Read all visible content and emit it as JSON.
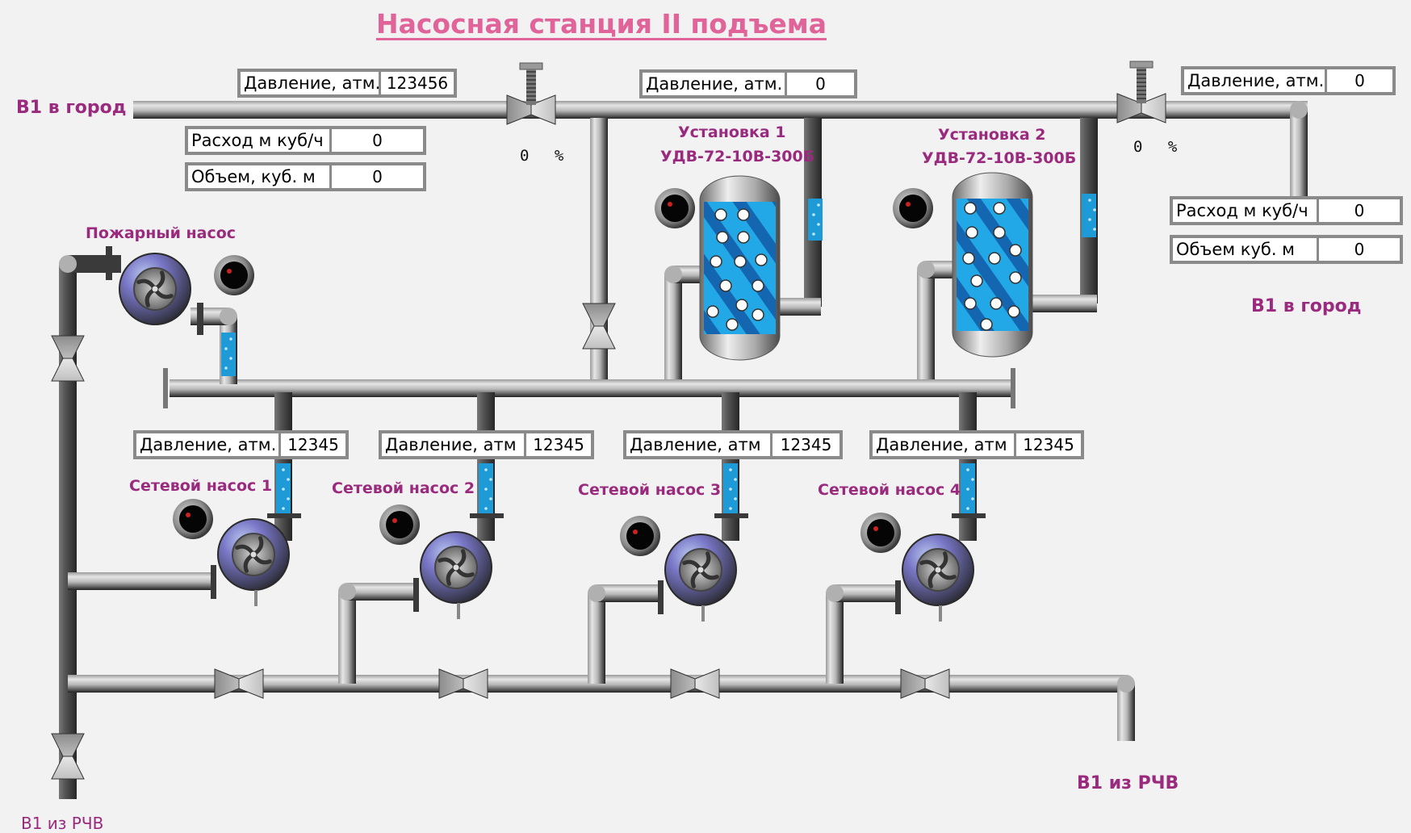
{
  "title": "Насосная станция II подъема",
  "labels": {
    "city_left": "В1 в город",
    "city_right": "В1 в город",
    "from_rchv_left": "В1 из РЧВ",
    "from_rchv_right": "В1 из РЧВ",
    "fire_pump": "Пожарный насос",
    "unit1_name": "Установка 1",
    "unit1_model": "УДВ-72-10В-300Б",
    "unit2_name": "Установка 2",
    "unit2_model": "УДВ-72-10В-300Б"
  },
  "top_left_panel": {
    "pressure": {
      "label": "Давление, атм.",
      "value": "123456"
    },
    "flow": {
      "label": "Расход м куб/ч",
      "value": "0"
    },
    "volume": {
      "label": "Объем, куб. м",
      "value": "0"
    }
  },
  "top_middle_panel": {
    "pressure": {
      "label": "Давление, атм.",
      "value": "0"
    }
  },
  "top_right_panel": {
    "pressure": {
      "label": "Давление, атм.",
      "value": "0"
    },
    "flow": {
      "label": "Расход м куб/ч",
      "value": "0"
    },
    "volume": {
      "label": "Объем куб. м",
      "value": "0"
    }
  },
  "valves": {
    "valve_left": {
      "opening": "0",
      "unit": "%"
    },
    "valve_right": {
      "opening": "0",
      "unit": "%"
    }
  },
  "network_pumps": [
    {
      "name": "Сетевой насос 1",
      "pressure_label": "Давление, атм.",
      "pressure_value": "12345"
    },
    {
      "name": "Сетевой насос 2",
      "pressure_label": "Давление, атм",
      "pressure_value": "12345"
    },
    {
      "name": "Сетевой насос 3",
      "pressure_label": "Давление, атм",
      "pressure_value": "12345"
    },
    {
      "name": "Сетевой насос 4",
      "pressure_label": "Давление, атм",
      "pressure_value": "12345"
    }
  ],
  "colors": {
    "title": "#e0649a",
    "label": "#9a2a7e",
    "water": "#1e9ad6",
    "pump_body": "#7a78c8",
    "indicator": "#cc2222"
  }
}
